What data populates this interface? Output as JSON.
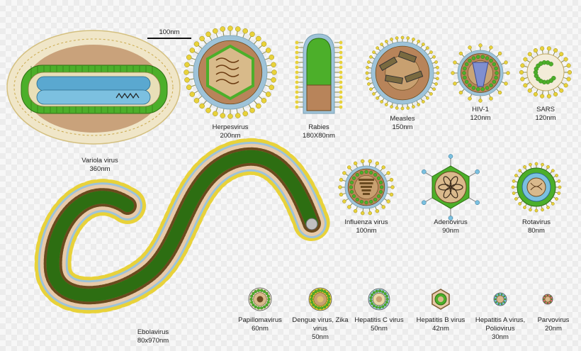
{
  "scale": {
    "label": "100nm"
  },
  "viruses": [
    {
      "id": "variola",
      "name": "Variola virus",
      "size": "360nm"
    },
    {
      "id": "herpes",
      "name": "Herpesvirus",
      "size": "200nm"
    },
    {
      "id": "rabies",
      "name": "Rabies",
      "size": "180X80nm"
    },
    {
      "id": "measles",
      "name": "Measles",
      "size": "150nm"
    },
    {
      "id": "hiv",
      "name": "HIV-1",
      "size": "120nm"
    },
    {
      "id": "sars",
      "name": "SARS",
      "size": "120nm"
    },
    {
      "id": "influenza",
      "name": "Influenza virus",
      "size": "100nm"
    },
    {
      "id": "adeno",
      "name": "Adenovirus",
      "size": "90nm"
    },
    {
      "id": "rota",
      "name": "Rotavirus",
      "size": "80nm"
    },
    {
      "id": "ebola",
      "name": "Ebolavirus",
      "size": "80x970nm"
    },
    {
      "id": "papilloma",
      "name": "Papillomavirus",
      "size": "60nm"
    },
    {
      "id": "dengue",
      "name": "Dengue virus, Zika virus",
      "size": "50nm"
    },
    {
      "id": "hepc",
      "name": "Hepatitis C virus",
      "size": "50nm"
    },
    {
      "id": "hepb",
      "name": "Hepatitis B virus",
      "size": "42nm"
    },
    {
      "id": "hepa",
      "name": "Hepatitis A virus, Poliovirus",
      "size": "30nm"
    },
    {
      "id": "parvo",
      "name": "Parvovirus",
      "size": "20nm"
    }
  ],
  "colors": {
    "spike": "#e8d23a",
    "capsid": "#4caf2a",
    "envelope_fill": "#b8845a",
    "membrane": "#9ec3d8",
    "core": "#5aa8d0",
    "outline": "#6a4a1e"
  }
}
